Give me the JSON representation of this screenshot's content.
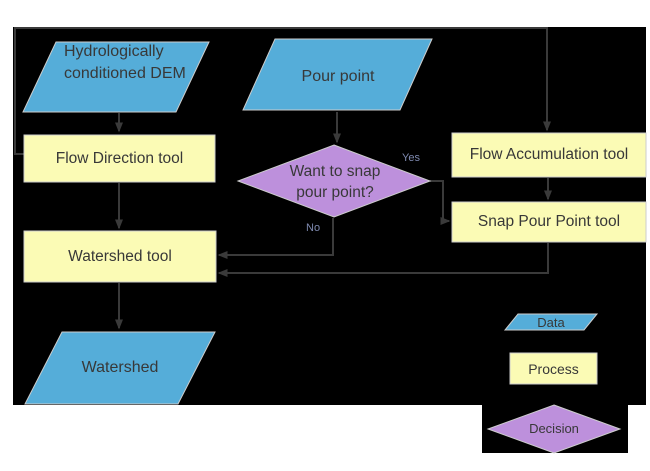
{
  "colors": {
    "data_fill": "#55add9",
    "process_fill": "#fbfbb5",
    "decision_fill": "#bd90dc",
    "background": "#000000",
    "canvas": "#ffffff",
    "connector": "#3a3a3a",
    "text": "#383838",
    "border": "#cdcdcd",
    "edge_label": "#7f8ab0"
  },
  "nodes": {
    "dem": {
      "label": "Hydrologically conditioned DEM",
      "type": "data"
    },
    "pour_point": {
      "label": "Pour point",
      "type": "data"
    },
    "flow_direction": {
      "label": "Flow Direction tool",
      "type": "process"
    },
    "flow_accumulation": {
      "label": "Flow Accumulation tool",
      "type": "process"
    },
    "snap_pour_point": {
      "label": "Snap Pour Point tool",
      "type": "process"
    },
    "decision": {
      "label": "Want to snap pour point?",
      "type": "decision"
    },
    "watershed_tool": {
      "label": "Watershed tool",
      "type": "process"
    },
    "watershed": {
      "label": "Watershed",
      "type": "data"
    }
  },
  "edge_labels": {
    "yes": "Yes",
    "no": "No"
  },
  "edges": [
    {
      "from": "dem",
      "to": "flow_direction"
    },
    {
      "from": "pour_point",
      "to": "decision"
    },
    {
      "from": "flow_direction",
      "to": "flow_accumulation"
    },
    {
      "from": "flow_direction",
      "to": "watershed_tool"
    },
    {
      "from": "flow_accumulation",
      "to": "snap_pour_point"
    },
    {
      "from": "decision",
      "to": "snap_pour_point",
      "label": "Yes"
    },
    {
      "from": "decision",
      "to": "watershed_tool",
      "label": "No"
    },
    {
      "from": "snap_pour_point",
      "to": "watershed_tool"
    },
    {
      "from": "watershed_tool",
      "to": "watershed"
    }
  ],
  "legend": {
    "data_label": "Data",
    "process_label": "Process",
    "decision_label": "Decision"
  }
}
